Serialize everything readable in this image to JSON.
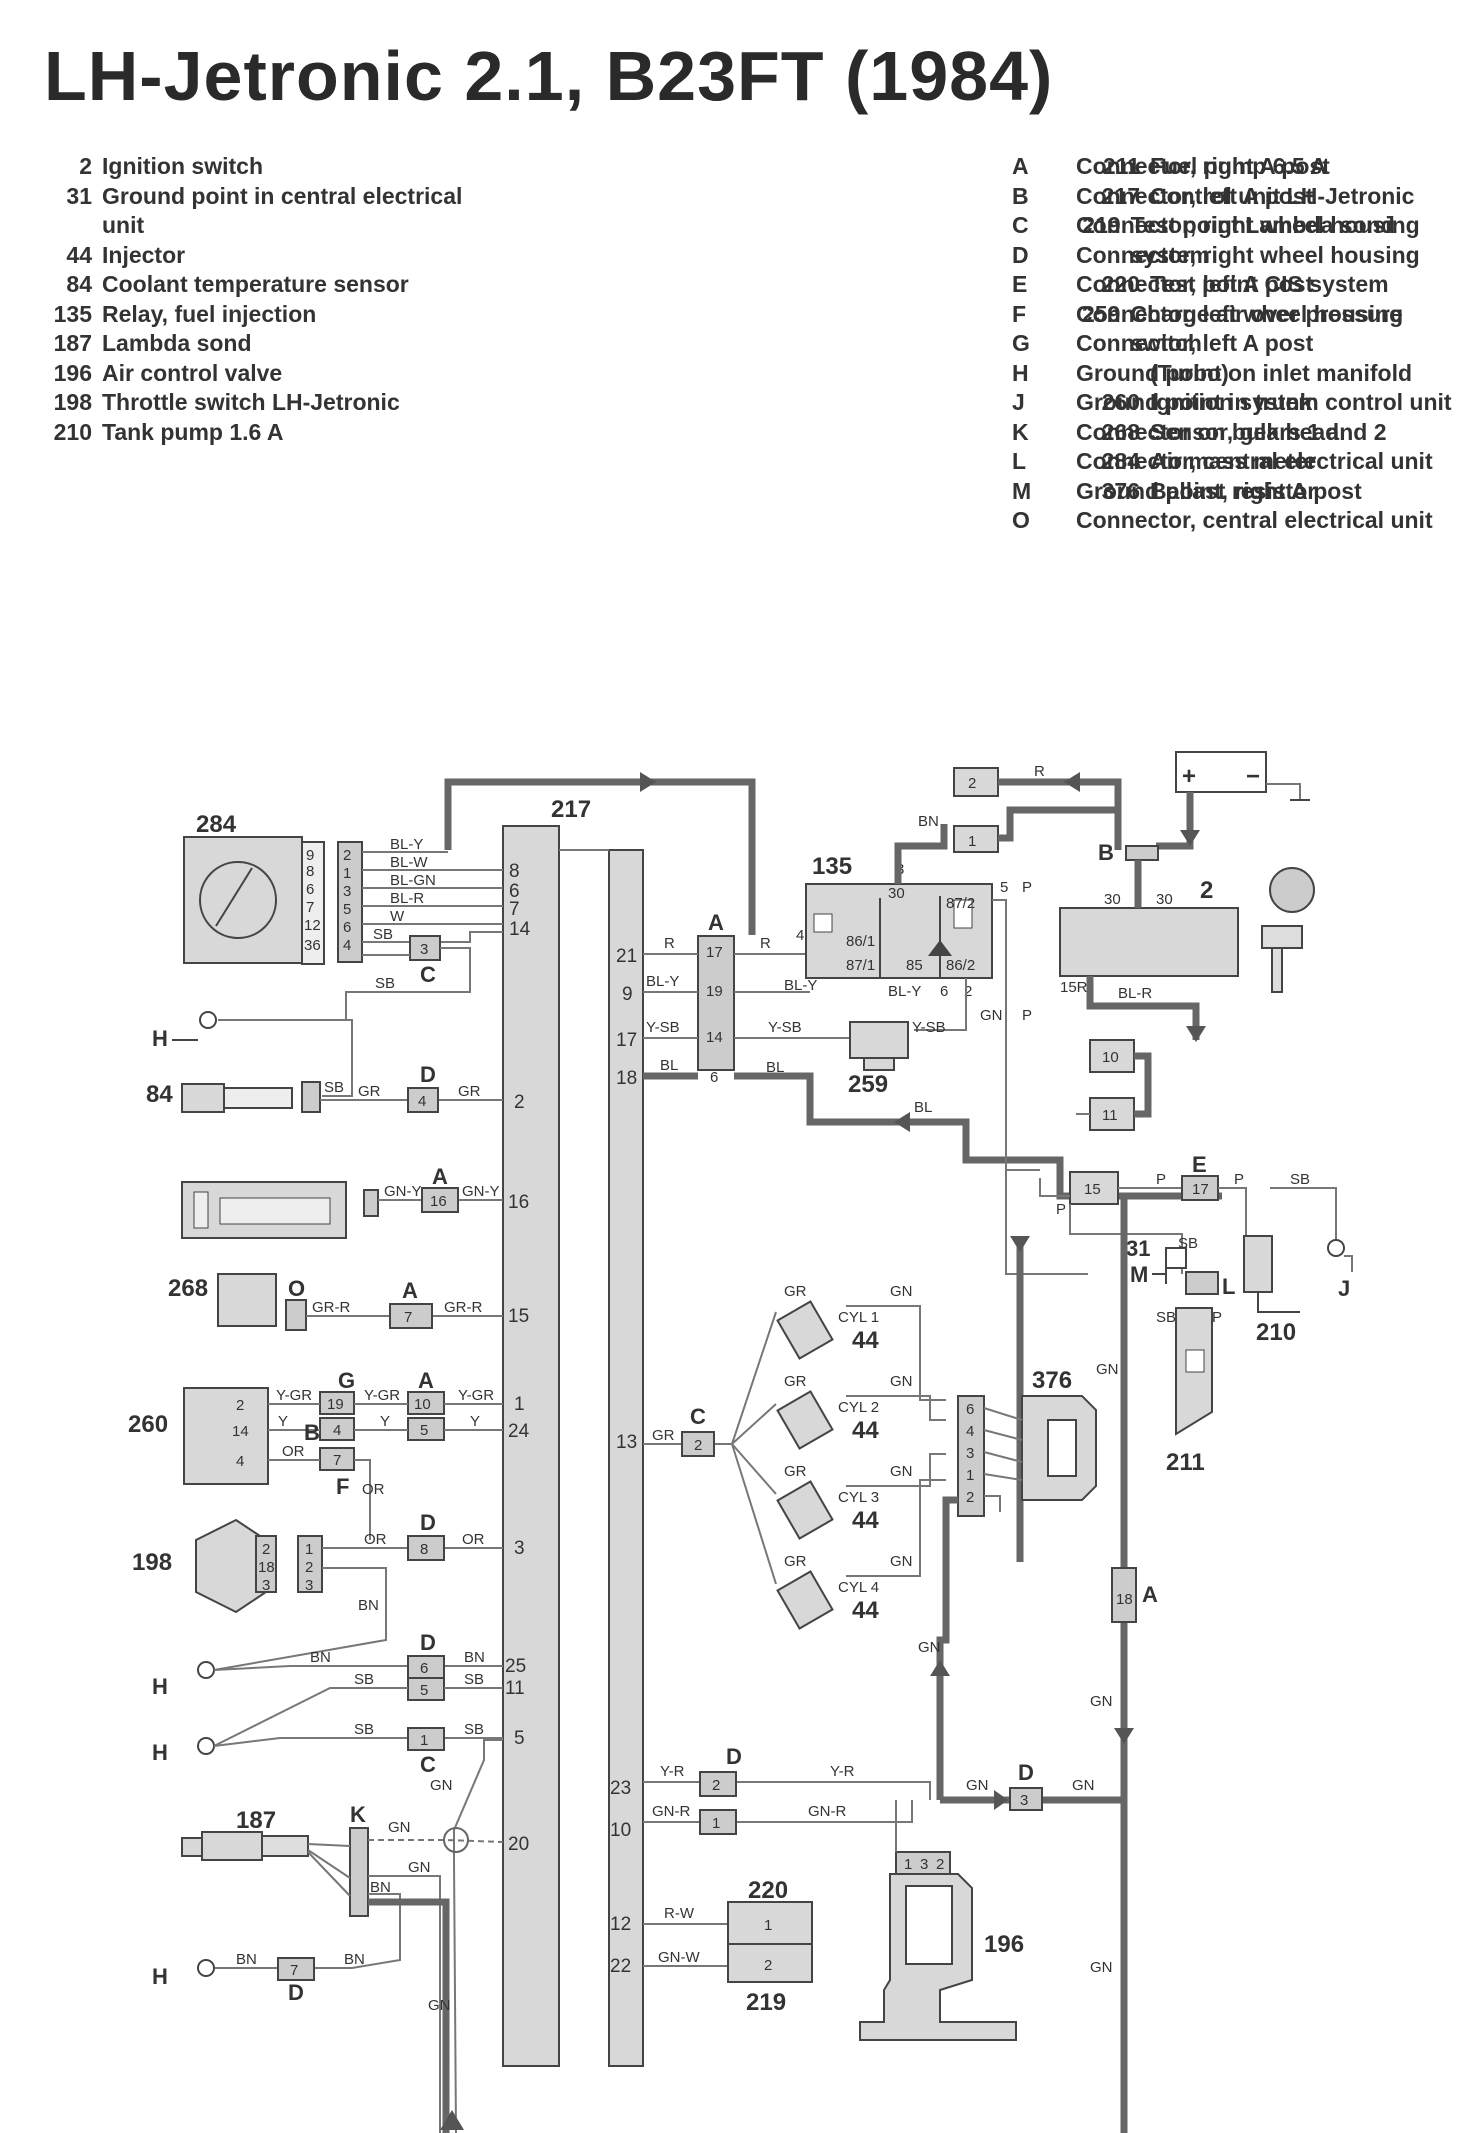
{
  "title": "LH-Jetronic 2.1, B23FT (1984)",
  "legend_col1": [
    {
      "num": "2",
      "text": "Ignition switch"
    },
    {
      "num": "31",
      "text": "Ground point in central electrical"
    },
    {
      "num": "",
      "text": "unit"
    },
    {
      "num": "44",
      "text": "Injector"
    },
    {
      "num": "84",
      "text": "Coolant temperature sensor"
    },
    {
      "num": "135",
      "text": "Relay, fuel injection"
    },
    {
      "num": "187",
      "text": "Lambda sond"
    },
    {
      "num": "196",
      "text": "Air control valve"
    },
    {
      "num": "198",
      "text": "Throttle switch LH-Jetronic"
    },
    {
      "num": "210",
      "text": "Tank pump 1.6 A"
    }
  ],
  "legend_col2": [
    {
      "num": "211",
      "text": "Fuel pump 6.5 A"
    },
    {
      "num": "217",
      "text": "Control unit LH-Jetronic"
    },
    {
      "num": "219",
      "text": "Test point Lambda sond system"
    },
    {
      "num": "220",
      "text": "Test point CIS system"
    },
    {
      "num": "259",
      "text": "Charge air over pressure switch"
    },
    {
      "num": "",
      "text": "(Turbo)"
    },
    {
      "num": "260",
      "text": "Ignition system control unit"
    },
    {
      "num": "268",
      "text": "Sensor, gears 1 and 2"
    },
    {
      "num": "284",
      "text": "Air mass meter"
    },
    {
      "num": "376",
      "text": "Ballast resistor"
    }
  ],
  "legend_col3": [
    {
      "num": "A",
      "text": "Connector, right A post"
    },
    {
      "num": "B",
      "text": "Connector, left A post"
    },
    {
      "num": "C",
      "text": "Connector, right wheel housing"
    },
    {
      "num": "D",
      "text": "Connector, right wheel housing"
    },
    {
      "num": "E",
      "text": "Connector, left A post"
    },
    {
      "num": "F",
      "text": "Connector, left wheel housing"
    },
    {
      "num": "G",
      "text": "Connector, left A post"
    },
    {
      "num": "H",
      "text": "Ground point on inlet manifold"
    },
    {
      "num": "J",
      "text": "Ground point in trunk"
    },
    {
      "num": "K",
      "text": "Connector on bulk head"
    },
    {
      "num": "L",
      "text": "Connector, central electrical unit"
    },
    {
      "num": "M",
      "text": "Ground point, right A post"
    },
    {
      "num": "O",
      "text": "Connector, central electrical unit"
    }
  ],
  "components": {
    "c284": "284",
    "c217": "217",
    "c135": "135",
    "c2": "2",
    "c259": "259",
    "c84": "84",
    "c268": "268",
    "c260": "260",
    "c198": "198",
    "c187": "187",
    "c44": "44",
    "c376": "376",
    "c210": "210",
    "c211": "211",
    "c31": "31",
    "c220": "220",
    "c219": "219",
    "c196": "196",
    "cyl1": "CYL 1",
    "cyl2": "CYL 2",
    "cyl3": "CYL 3",
    "cyl4": "CYL 4"
  },
  "connectors": {
    "A": "A",
    "B": "B",
    "C": "C",
    "D": "D",
    "E": "E",
    "F": "F",
    "G": "G",
    "H": "H",
    "J": "J",
    "K": "K",
    "L": "L",
    "M": "M",
    "O": "O"
  },
  "wire_colors": {
    "BLY": "BL-Y",
    "BLW": "BL-W",
    "BLGN": "BL-GN",
    "BLR": "BL-R",
    "W": "W",
    "SB": "SB",
    "R": "R",
    "BN": "BN",
    "P": "P",
    "YSB": "Y-SB",
    "BL": "BL",
    "GN": "GN",
    "GR": "GR",
    "GNY": "GN-Y",
    "GRR": "GR-R",
    "YGR": "Y-GR",
    "Y": "Y",
    "OR": "OR",
    "YR": "Y-R",
    "GNR": "GN-R",
    "RW": "R-W",
    "GNW": "GN-W"
  },
  "relay_pins": {
    "p30": "30",
    "p3": "3",
    "p5": "5",
    "p86_1": "86/1",
    "p87_1": "87/1",
    "p85": "85",
    "p86_2": "86/2",
    "p87_2": "87/2",
    "p2": "2",
    "p6": "6",
    "p4": "4"
  },
  "ign_pins": {
    "p30a": "30",
    "p30b": "30",
    "p15r": "15R"
  },
  "battery": {
    "plus": "+",
    "minus": "−"
  }
}
